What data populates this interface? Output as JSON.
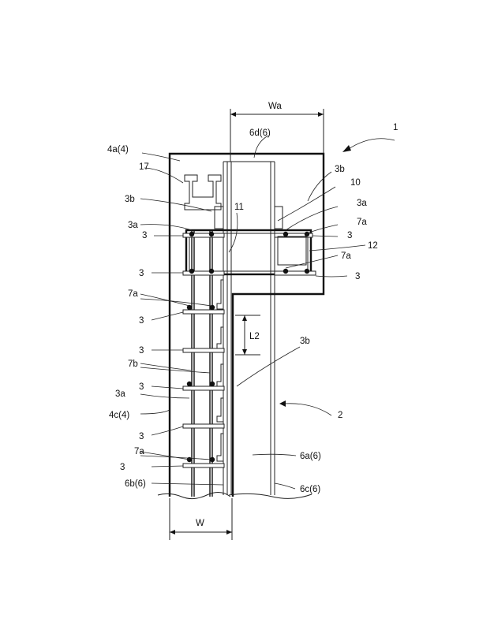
{
  "labels": {
    "fig_ref": "1",
    "column": "2",
    "dim_wa": "Wa",
    "dim_w": "W",
    "dim_l2": "L2",
    "l_4a": "4a(4)",
    "l_4c": "4c(4)",
    "l_6d": "6d(6)",
    "l_6a": "6a(6)",
    "l_6b": "6b(6)",
    "l_6c": "6c(6)",
    "l_17": "17",
    "l_10": "10",
    "l_11": "11",
    "l_12": "12",
    "l_3b": "3b",
    "l_3a": "3a",
    "l_3": "3",
    "l_7a": "7a",
    "l_7b": "7b"
  }
}
